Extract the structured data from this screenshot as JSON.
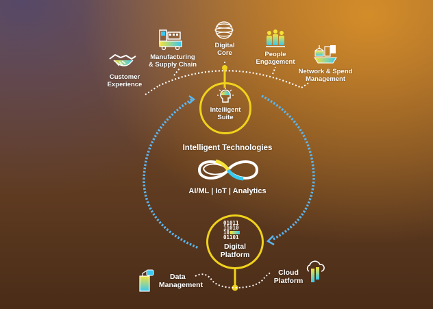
{
  "diagram": {
    "top_items": [
      {
        "label_line1": "Customer",
        "label_line2": "Experience",
        "icon": "handshake-icon"
      },
      {
        "label_line1": "Manufacturing",
        "label_line2": "& Supply Chain",
        "icon": "factory-truck-icon"
      },
      {
        "label_line1": "Digital",
        "label_line2": "Core",
        "icon": "core-sphere-icon"
      },
      {
        "label_line1": "People",
        "label_line2": "Engagement",
        "icon": "people-icon"
      },
      {
        "label_line1": "Network & Spend",
        "label_line2": "Management",
        "icon": "network-ship-icon"
      }
    ],
    "intelligent_suite": {
      "label_line1": "Intelligent",
      "label_line2": "Suite",
      "icon": "lightbulb-head-icon"
    },
    "center": {
      "title": "Intelligent Technologies",
      "icon": "infinity-icon",
      "technologies": [
        "AI/ML",
        "IoT",
        "Analytics"
      ],
      "separator": "|"
    },
    "digital_platform": {
      "label_line1": "Digital",
      "label_line2": "Platform",
      "icon": "binary-code-icon",
      "binary": [
        "01011",
        "11010",
        "10",
        "01101"
      ]
    },
    "bottom_items": [
      {
        "label_line1": "Data",
        "label_line2": "Management",
        "icon": "data-documents-icon"
      },
      {
        "label_line1": "Cloud",
        "label_line2": "Platform",
        "icon": "cloud-bars-icon"
      }
    ],
    "colors": {
      "ring": "#f0d21c",
      "cycle_arrow": "#5bb6f0",
      "dotted_line": "#ffffff",
      "accent_yellow": "#f5e23a",
      "accent_cyan": "#38c8f0"
    }
  }
}
